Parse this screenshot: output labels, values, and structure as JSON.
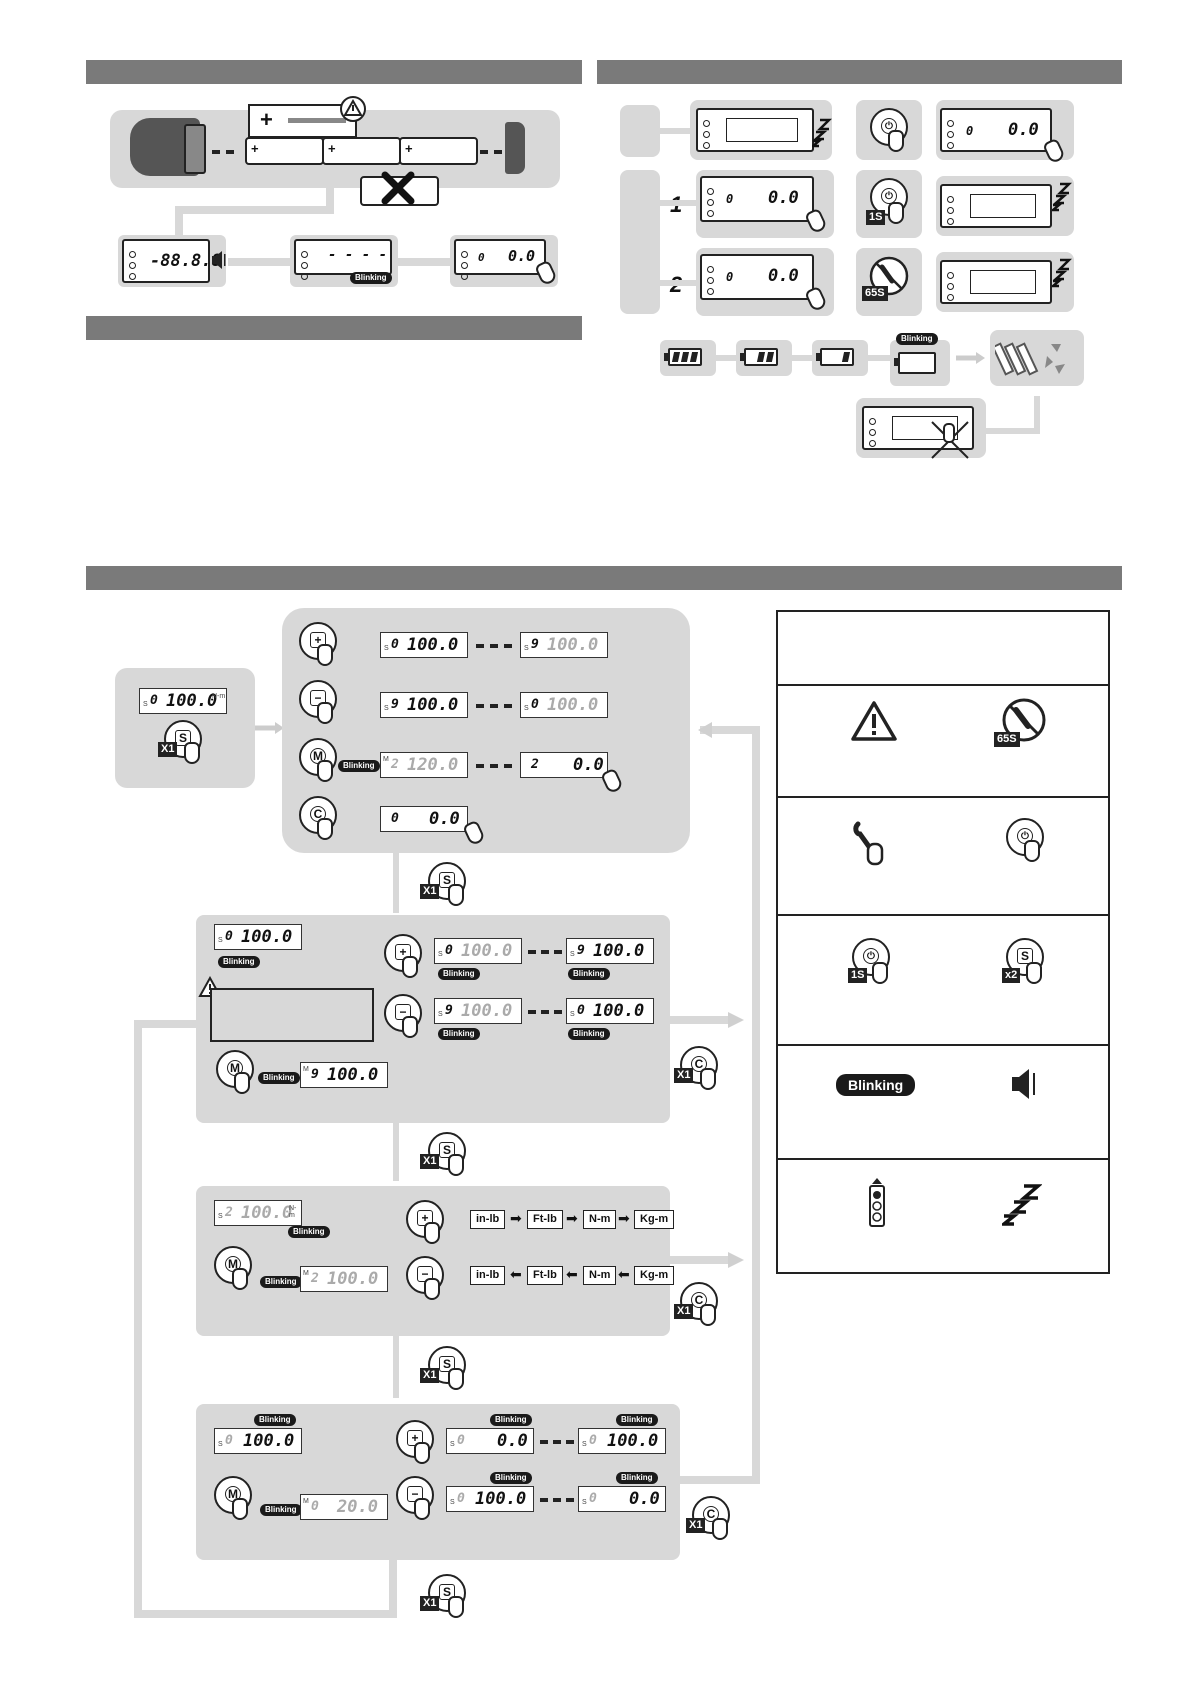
{
  "labels": {
    "blinking": "Blinking",
    "x1": "X1",
    "x2": "x2",
    "one_s": "1S",
    "sixty_five_s": "65S",
    "step1": "1",
    "step2": "2",
    "plus": "+"
  },
  "displays": {
    "full_test": "-88.8.8",
    "dashes": "- - - -",
    "zero_idx": "0",
    "zero_val": "0.0",
    "val_100": "100.0",
    "val_120": "120.0",
    "val_20": "20.0",
    "idx_s0": "0",
    "idx_s9": "9",
    "idx_s2": "2",
    "prefix_s": "S",
    "prefix_m": "M",
    "unit": "N-m"
  },
  "keys": {
    "plus": "+",
    "minus": "−",
    "mode": "M",
    "clear": "C",
    "set": "S"
  },
  "units_forward": [
    "in-lb",
    "Ft-lb",
    "N-m",
    "Kg-m"
  ],
  "units_backward": [
    "in-lb",
    "Ft-lb",
    "N-m",
    "Kg-m"
  ],
  "colors": {
    "panel": "#d8d8d8",
    "header": "#7a7a7a",
    "ink": "#222222"
  }
}
